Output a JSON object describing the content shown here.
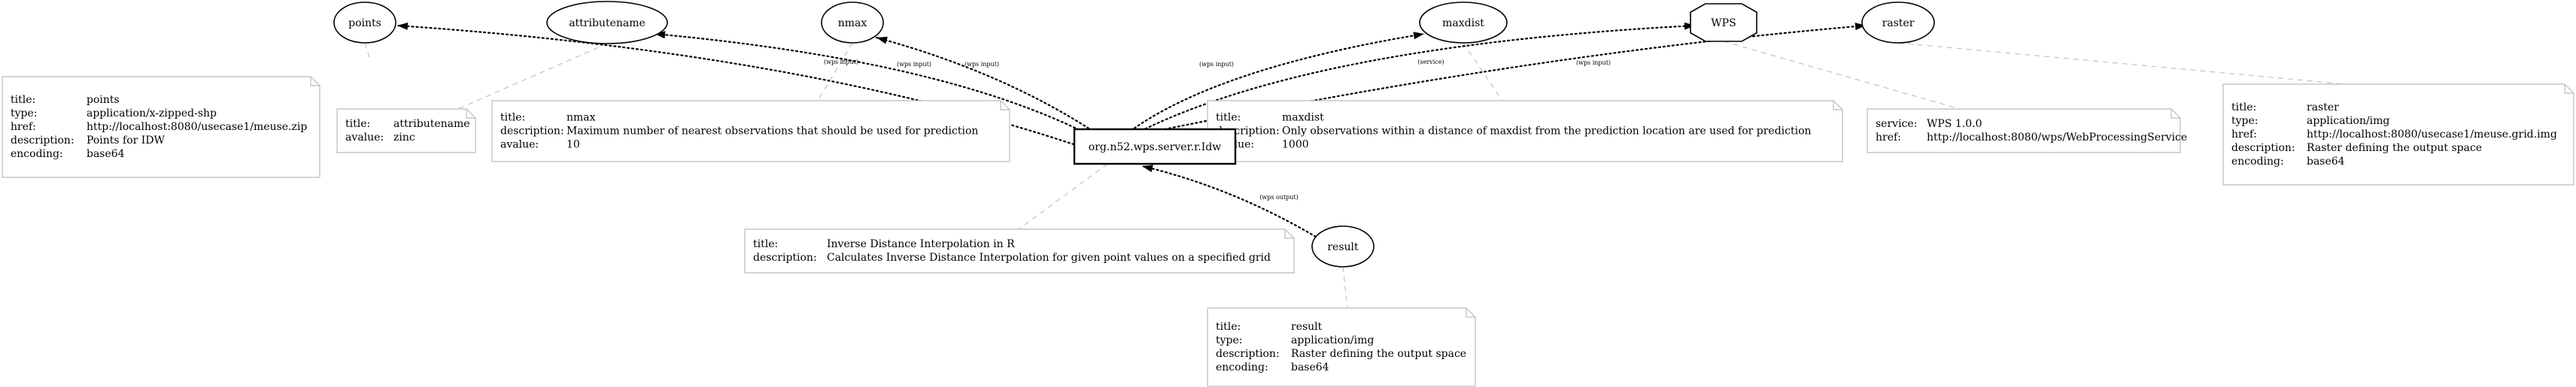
{
  "process": {
    "id": "proc",
    "label": "org.n52.wps.server.r.Idw"
  },
  "nodes": [
    {
      "id": "points",
      "label": "points",
      "shape": "ellipse"
    },
    {
      "id": "attributename",
      "label": "attributename",
      "shape": "ellipse"
    },
    {
      "id": "nmax",
      "label": "nmax",
      "shape": "ellipse"
    },
    {
      "id": "maxdist",
      "label": "maxdist",
      "shape": "ellipse"
    },
    {
      "id": "wps",
      "label": "WPS",
      "shape": "octagon"
    },
    {
      "id": "raster",
      "label": "raster",
      "shape": "ellipse"
    },
    {
      "id": "result",
      "label": "result",
      "shape": "ellipse"
    }
  ],
  "edges": [
    {
      "from": "proc",
      "to": "points",
      "label": "(wps input)"
    },
    {
      "from": "proc",
      "to": "attributename",
      "label": "(wps input)"
    },
    {
      "from": "proc",
      "to": "nmax",
      "label": "(wps input)"
    },
    {
      "from": "proc",
      "to": "maxdist",
      "label": "(wps input)"
    },
    {
      "from": "proc",
      "to": "wps",
      "label": "(service)"
    },
    {
      "from": "proc",
      "to": "raster",
      "label": "(wps input)"
    },
    {
      "from": "result",
      "to": "proc",
      "label": "(wps output)"
    }
  ],
  "notes": [
    {
      "id": "note-points",
      "attach": "points",
      "rows": [
        [
          "title:",
          "points"
        ],
        [
          "type:",
          "application/x-zipped-shp"
        ],
        [
          "href:",
          "http://localhost:8080/usecase1/meuse.zip"
        ],
        [
          "description:",
          "Points for IDW"
        ],
        [
          "encoding:",
          "base64"
        ]
      ]
    },
    {
      "id": "note-attributename",
      "attach": "attributename",
      "rows": [
        [
          "title:",
          "attributename"
        ],
        [
          "avalue:",
          "zinc"
        ]
      ]
    },
    {
      "id": "note-nmax",
      "attach": "nmax",
      "rows": [
        [
          "title:",
          "nmax"
        ],
        [
          "description:",
          "Maximum number of nearest observations that should be used for prediction"
        ],
        [
          "avalue:",
          "10"
        ]
      ]
    },
    {
      "id": "note-maxdist",
      "attach": "maxdist",
      "rows": [
        [
          "title:",
          "maxdist"
        ],
        [
          "description:",
          "Only observations within a distance of maxdist from the prediction location are used for prediction"
        ],
        [
          "avalue:",
          "1000"
        ]
      ]
    },
    {
      "id": "note-wps",
      "attach": "wps",
      "rows": [
        [
          "service:",
          "WPS 1.0.0"
        ],
        [
          "href:",
          "http://localhost:8080/wps/WebProcessingService"
        ]
      ]
    },
    {
      "id": "note-raster",
      "attach": "raster",
      "rows": [
        [
          "title:",
          "raster"
        ],
        [
          "type:",
          "application/img"
        ],
        [
          "href:",
          "http://localhost:8080/usecase1/meuse.grid.img"
        ],
        [
          "description:",
          "Raster defining the output space"
        ],
        [
          "encoding:",
          "base64"
        ]
      ]
    },
    {
      "id": "note-proc",
      "attach": "proc",
      "rows": [
        [
          "title:",
          "Inverse Distance Interpolation in R"
        ],
        [
          "description:",
          "Calculates Inverse Distance Interpolation for given point values on a specified grid"
        ]
      ]
    },
    {
      "id": "note-result",
      "attach": "result",
      "rows": [
        [
          "title:",
          "result"
        ],
        [
          "type:",
          "application/img"
        ],
        [
          "description:",
          "Raster defining the output space"
        ],
        [
          "encoding:",
          "base64"
        ]
      ]
    }
  ]
}
